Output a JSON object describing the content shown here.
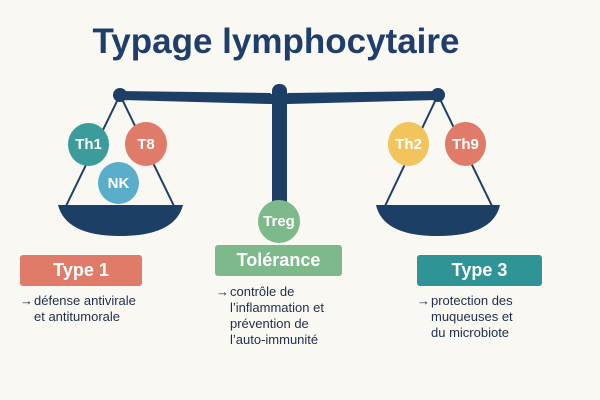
{
  "title": "Typage lymphocytaire",
  "colors": {
    "navy": "#1d3f66",
    "teal": "#3c9c9c",
    "red": "#e07b69",
    "blue": "#5aaec9",
    "yellow": "#f3c35c",
    "green": "#7db98a",
    "teal_dark": "#2f9496"
  },
  "cells": {
    "th1": "Th1",
    "t8": "T8",
    "nk": "NK",
    "th2": "Th2",
    "th9": "Th9",
    "treg": "Treg"
  },
  "groups": [
    {
      "label": "Type 1",
      "arrow": "→",
      "description": "défense antivirale\net antitumorale"
    },
    {
      "label": "Tolérance",
      "arrow": "→",
      "description": "contrôle de\nl’inflammation et\nprévention de\nl’auto-immunité"
    },
    {
      "label": "Type 3",
      "arrow": "→",
      "description": "protection des\nmuqueuses et\ndu microbiote"
    }
  ]
}
